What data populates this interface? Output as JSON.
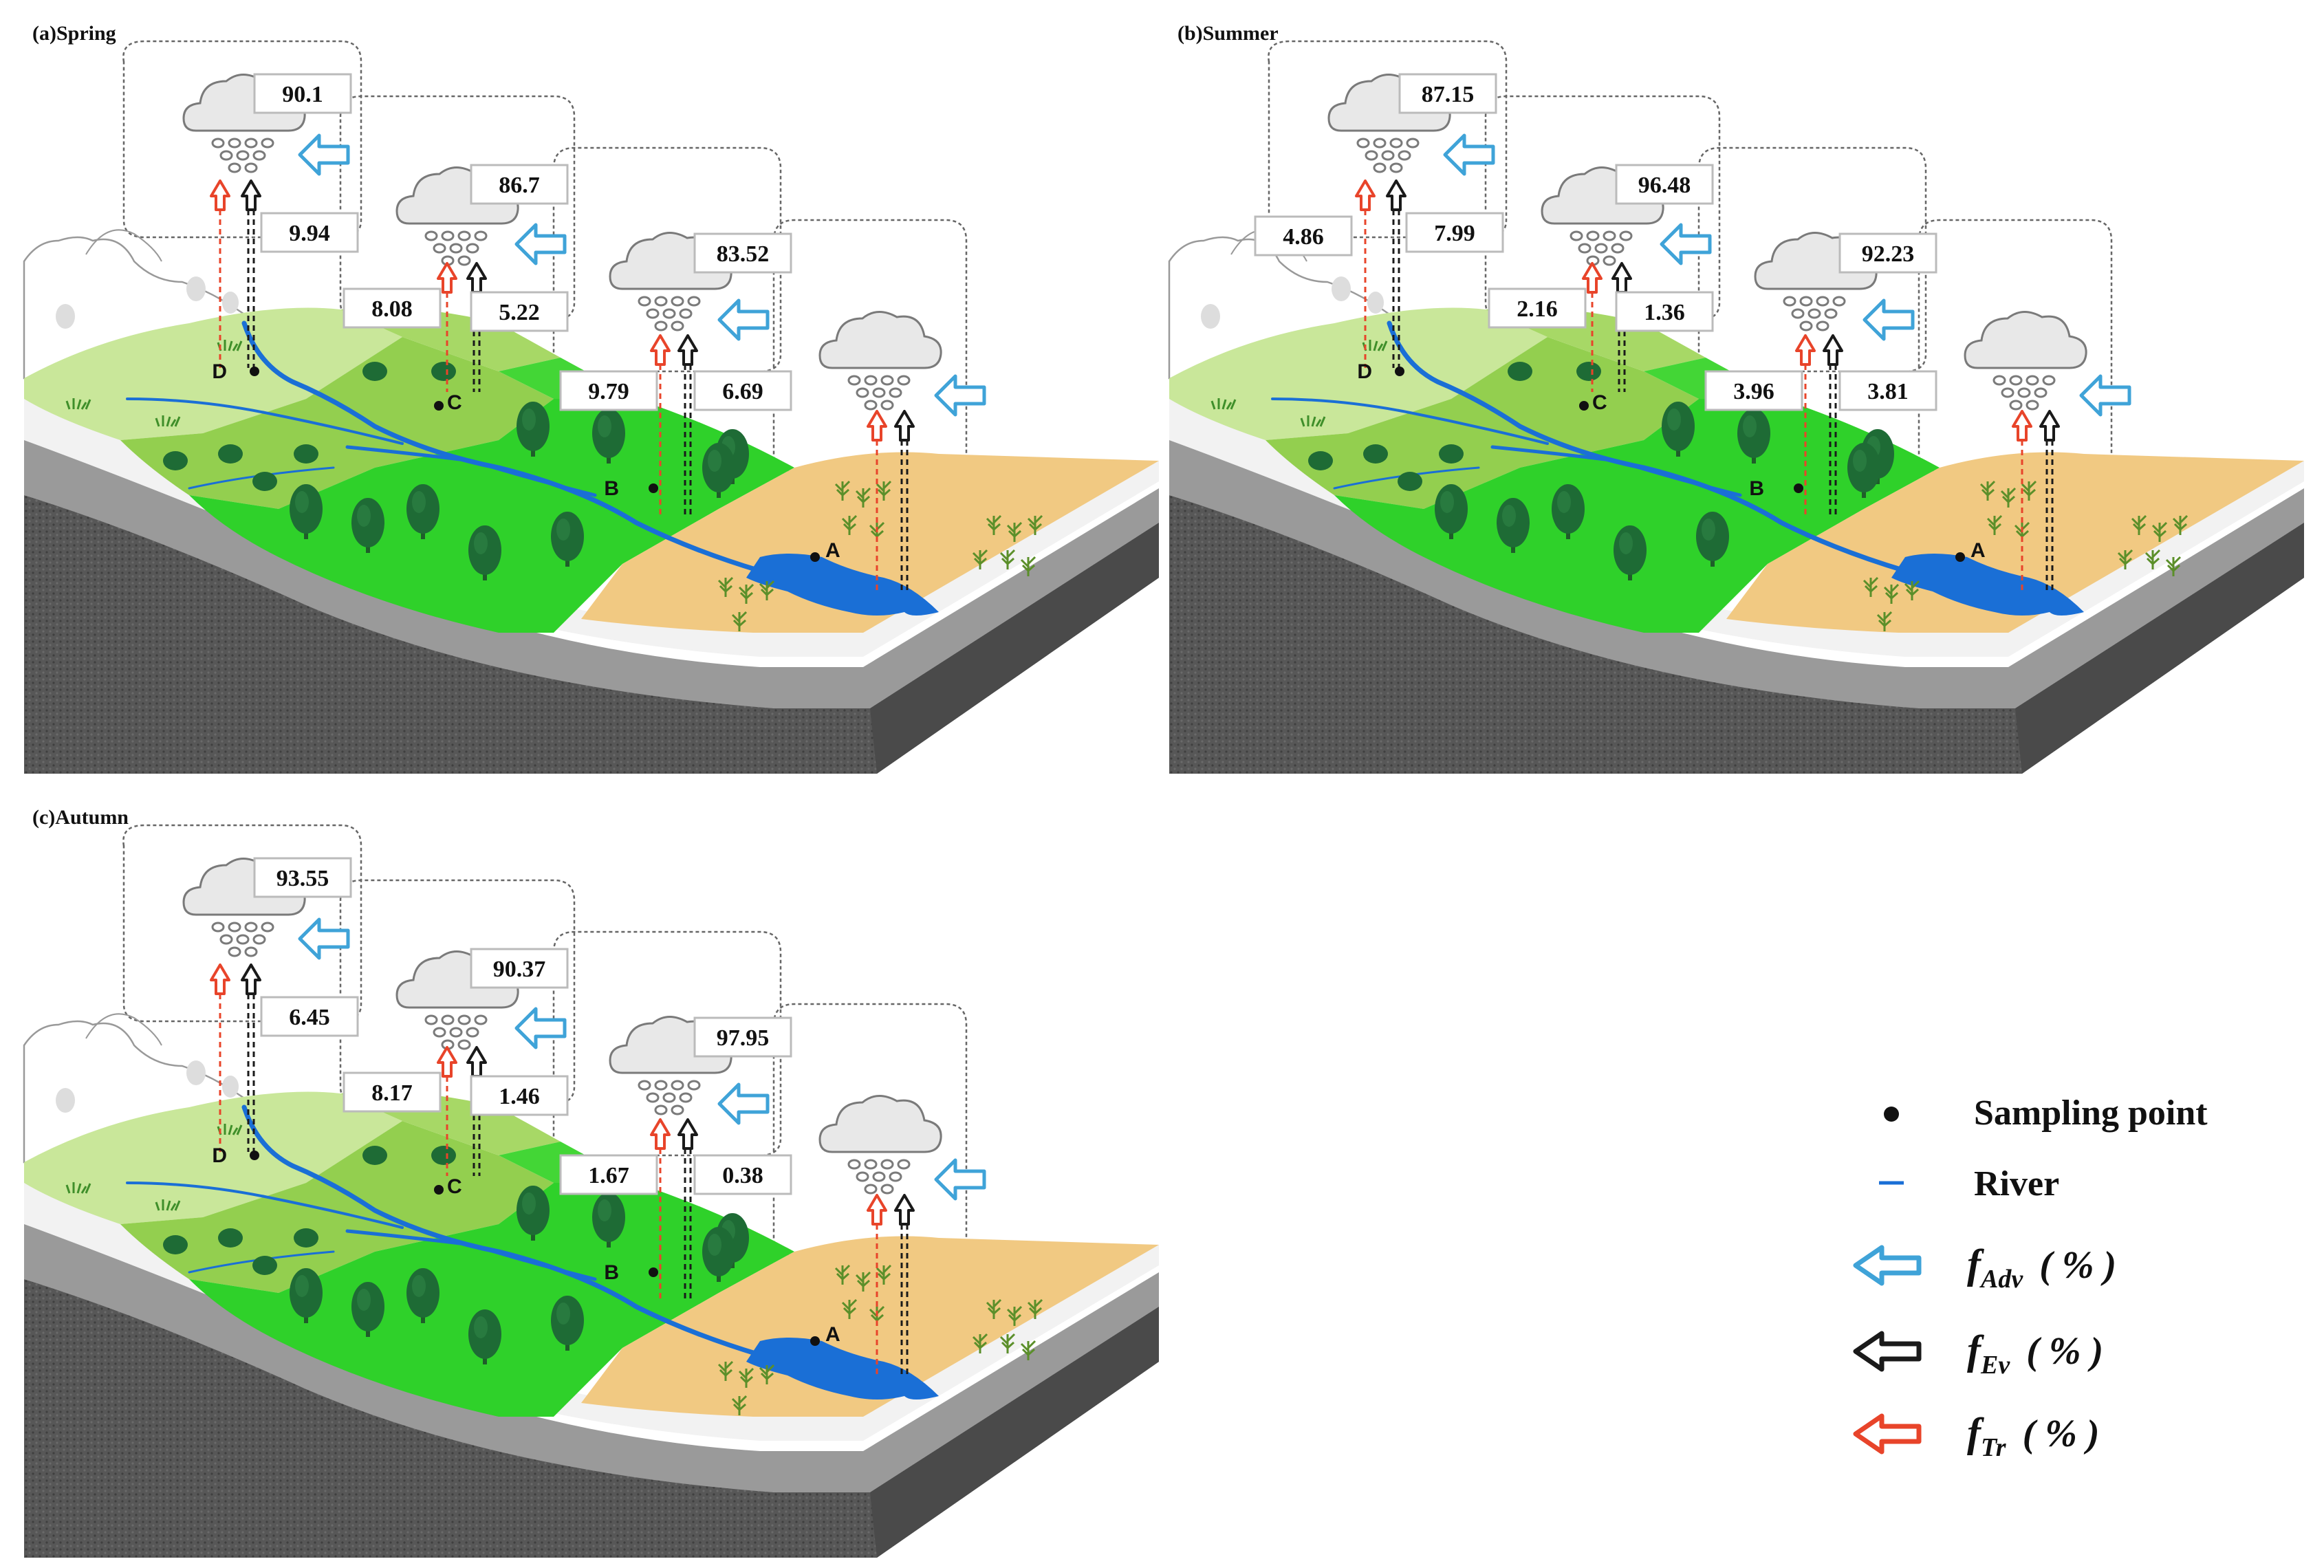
{
  "panels": [
    {
      "id": "spring",
      "title": "(a)Spring",
      "points": [
        "A",
        "B",
        "C",
        "D"
      ],
      "values": {
        "d_adv": "90.1",
        "d_ev": "9.94",
        "c_adv": "86.7",
        "c_tr": "8.08",
        "c_ev": "5.22",
        "b_adv": "83.52",
        "b_tr": "9.79",
        "b_ev": "6.69"
      }
    },
    {
      "id": "summer",
      "title": "(b)Summer",
      "points": [
        "A",
        "B",
        "C",
        "D"
      ],
      "values": {
        "d_adv": "87.15",
        "d_tr": "4.86",
        "d_ev": "7.99",
        "c_adv": "96.48",
        "c_tr": "2.16",
        "c_ev": "1.36",
        "b_adv": "92.23",
        "b_tr": "3.96",
        "b_ev": "3.81"
      }
    },
    {
      "id": "autumn",
      "title": "(c)Autumn",
      "points": [
        "A",
        "B",
        "C",
        "D"
      ],
      "values": {
        "d_adv": "93.55",
        "d_ev": "6.45",
        "c_adv": "90.37",
        "c_tr": "8.17",
        "c_ev": "1.46",
        "b_adv": "97.95",
        "b_tr": "1.67",
        "b_ev": "0.38"
      }
    }
  ],
  "legend": {
    "sampling_point": "Sampling point",
    "river": "River",
    "f_adv": {
      "main": "f",
      "sub": "Adv",
      "unit": "( % )"
    },
    "f_ev": {
      "main": "f",
      "sub": "Ev",
      "unit": "( % )"
    },
    "f_tr": {
      "main": "f",
      "sub": "Tr",
      "unit": "( % )"
    }
  },
  "colors": {
    "adv_arrow": "#3fa3d8",
    "ev_arrow": "#1a1a1a",
    "tr_arrow": "#e8442a",
    "river": "#1a6fd6",
    "snow": "#ffffff",
    "light_green": "#c9e79a",
    "mid_green": "#93cf4f",
    "bright_green": "#2fd12a",
    "farmland": "#f1c982",
    "rock": "#5a5a5a"
  }
}
